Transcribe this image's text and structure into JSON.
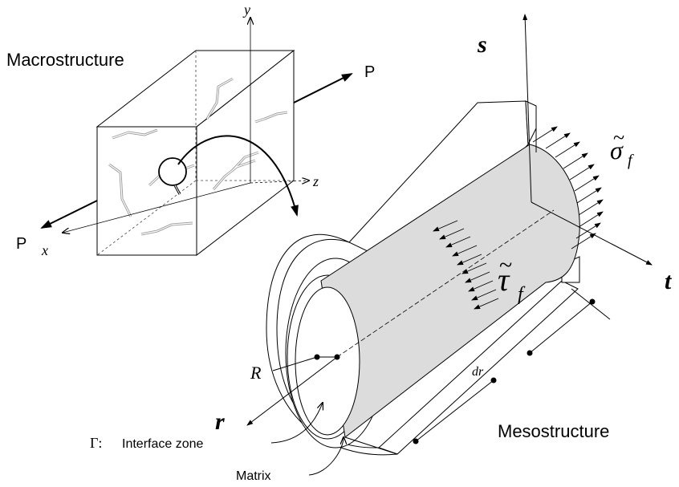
{
  "labels": {
    "macrostructure": "Macrostructure",
    "mesostructure": "Mesostructure",
    "p_top": "P",
    "p_left": "P",
    "axis_x": "x",
    "axis_y": "y",
    "axis_z": "z",
    "axis_s": "s",
    "axis_t": "t",
    "axis_r": "r",
    "radius": "R",
    "dr": "dr",
    "sigma_sym": "σ",
    "sigma_sub": "f",
    "tau_sym": "τ",
    "tau_sub": "f",
    "tilde": "~",
    "gamma": "Γ:",
    "interface": "Interface zone",
    "matrix": "Matrix"
  }
}
